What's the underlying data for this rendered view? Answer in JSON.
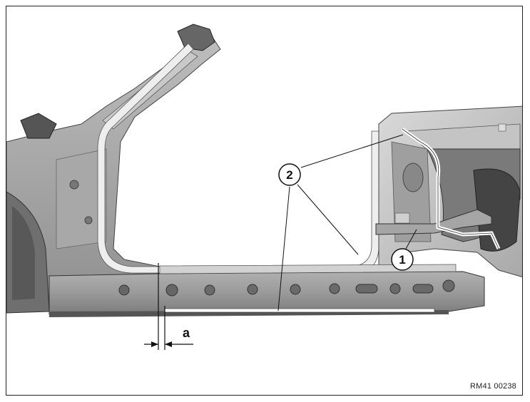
{
  "callouts": {
    "one": "1",
    "two": "2"
  },
  "dimension_label": "a",
  "reference_code": "RM41 00238"
}
